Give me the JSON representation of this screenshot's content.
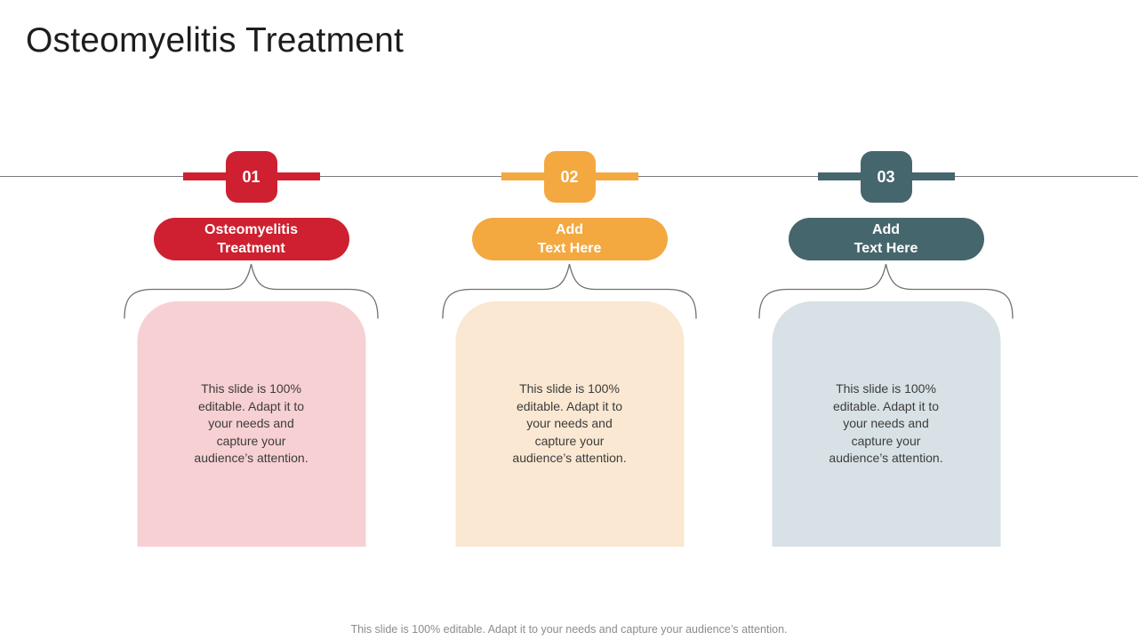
{
  "slide": {
    "title": "Osteomyelitis Treatment",
    "footer": "This slide is 100% editable. Adapt it to your needs and capture your audience’s attention.",
    "divider_color": "#7a7a7a",
    "brace_color": "#6f6f6f"
  },
  "columns": [
    {
      "number": "01",
      "label_line1": "Osteomyelitis",
      "label_line2": "Treatment",
      "body": "This slide is 100% editable. Adapt it to your needs and capture your audience’s attention.",
      "accent_color": "#CE2030",
      "box_color": "#F7D0D3"
    },
    {
      "number": "02",
      "label_line1": "Add",
      "label_line2": "Text Here",
      "body": "This slide is 100% editable. Adapt it to your needs and capture your audience’s attention.",
      "accent_color": "#F3A840",
      "box_color": "#FAE8D2"
    },
    {
      "number": "03",
      "label_line1": "Add",
      "label_line2": "Text Here",
      "body": "This slide is 100% editable. Adapt it to your needs and capture your audience’s attention.",
      "accent_color": "#46666D",
      "box_color": "#D8E1E5"
    }
  ]
}
